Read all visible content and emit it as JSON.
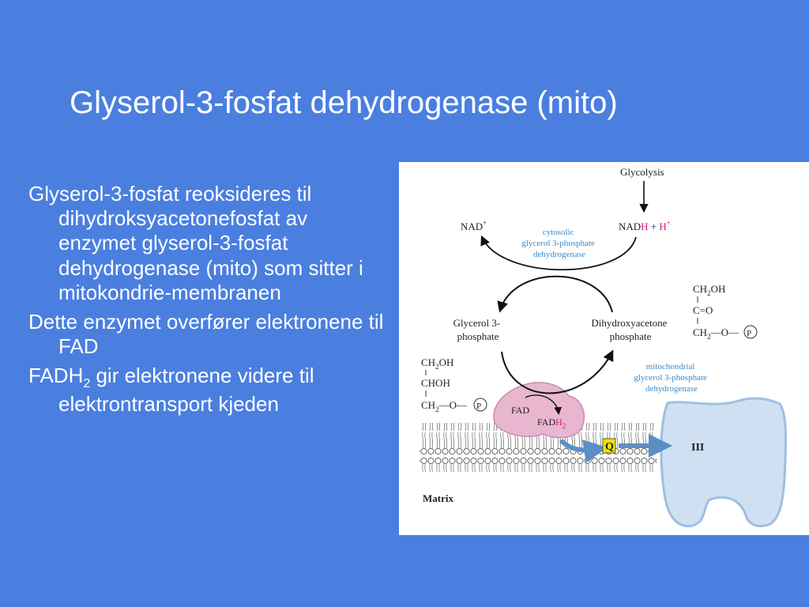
{
  "slide": {
    "title": "Glyserol-3-fosfat dehydrogenase (mito)",
    "background_color": "#4a7fe0"
  },
  "bullets": [
    {
      "text": "Glyserol-3-fosfat reoksideres til dihydroksyacetonefosfat av enzymet glyserol-3-fosfat dehydrogenase (mito) som sitter i mitokondrie-membranen"
    },
    {
      "text": "Dette enzymet overfører elektronene til FAD"
    },
    {
      "prefix": "FADH",
      "sub": "2",
      "suffix": " gir elektronene videre til elektrontransport kjeden"
    }
  ],
  "diagram": {
    "glycolysis": "Glycolysis",
    "nad_plus": "NAD",
    "plus_sign": "+",
    "nadh_base": "NAD",
    "nadh_h": "H",
    "nadh_join": " + ",
    "h_plus": "H",
    "cytosolic_enzyme": [
      "cytosolic",
      "glycerol 3-phosphate",
      "dehydrogenase"
    ],
    "glycerol3p": [
      "Glycerol 3-",
      "phosphate"
    ],
    "dhap": [
      "Dihydroxyacetone",
      "phosphate"
    ],
    "mito_enzyme": [
      "mitochondrial",
      "glycerol 3-phosphate",
      "dehydrogenase"
    ],
    "fad": "FAD",
    "fadh2_base": "FAD",
    "fadh2_h": "H",
    "fadh2_sub": "2",
    "q": "Q",
    "complex": "III",
    "matrix": "Matrix",
    "glycerol_struct": [
      "CH",
      "2",
      "OH",
      "CHOH",
      "CH",
      "2",
      "—O—",
      "P"
    ],
    "dhap_struct": [
      "CH",
      "2",
      "OH",
      "C=O",
      "CH",
      "2",
      "—O—",
      "P"
    ],
    "colors": {
      "accent_blue": "#3a8ac8",
      "pink": "#d6197c",
      "enzyme_pink": "#e9b6cf",
      "complex_blue": "#cfe0f2",
      "q_yellow": "#f3e100"
    }
  }
}
